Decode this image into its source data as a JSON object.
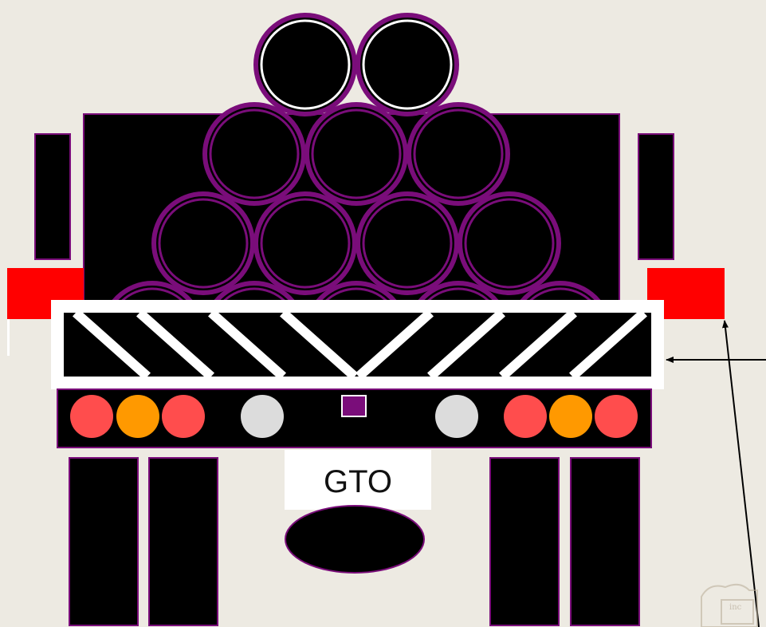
{
  "vehicle": {
    "plate_label": "GTO"
  },
  "colors": {
    "background": "#edeae2",
    "body": "#000000",
    "outline": "#7a0d7a",
    "mud_flap": "#ff0000",
    "bumper_stripe": "#ffffff",
    "lamp_red": "#ff4d4d",
    "lamp_amber": "#ff9900",
    "lamp_white": "#dcdcdc",
    "center_lamp": "#7a0d7a"
  },
  "cargo": {
    "kind": "pipes",
    "rows": [
      2,
      3,
      4,
      5
    ]
  },
  "rear_lamps": {
    "left_cluster": [
      "red",
      "amber",
      "red"
    ],
    "left_reverse": "white",
    "center": "purple-square",
    "right_reverse": "white",
    "right_cluster": [
      "red",
      "amber",
      "red"
    ]
  },
  "logo": {
    "text": "inc"
  }
}
